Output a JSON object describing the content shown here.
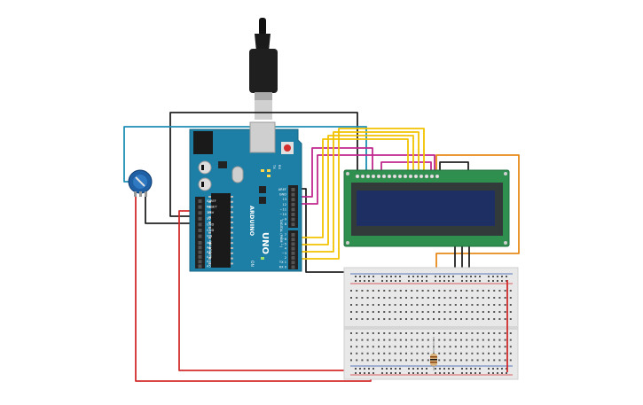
{
  "arduino": {
    "brand_label": "ARDUINO",
    "model_label": "UNO",
    "on_label": "ON",
    "digital_label": "DIGITAL (PWM ~)",
    "analog_label": "ANALOG IN",
    "tx_label": "TX",
    "rx_label": "RX",
    "power_pins": [
      "IOREF",
      "RESET",
      "3.3V",
      "5V",
      "GND",
      "GND",
      "VIN"
    ],
    "analog_pins": [
      "A0",
      "A1",
      "A2",
      "A3",
      "A4",
      "A5"
    ],
    "digital_pins_top": [
      "AREF",
      "GND",
      "13",
      "12",
      "~11",
      "~10",
      "~9",
      "8"
    ],
    "digital_pins_bottom": [
      "7",
      "~6",
      "~5",
      "4",
      "~3",
      "2",
      "TX 1",
      "RX 0"
    ]
  },
  "colors": {
    "arduino_board": "#1e7fa6",
    "lcd_pcb": "#2f8f4e",
    "lcd_screen": "#1d2f63",
    "breadboard": "#e8e8e8",
    "wire_black": "#222222",
    "wire_blue": "#1e8fb5",
    "wire_yellow": "#f2c300",
    "wire_magenta": "#c0288f",
    "wire_orange": "#e88a1a",
    "wire_red": "#d22c2c",
    "potentiometer": "#1f5fa3"
  }
}
